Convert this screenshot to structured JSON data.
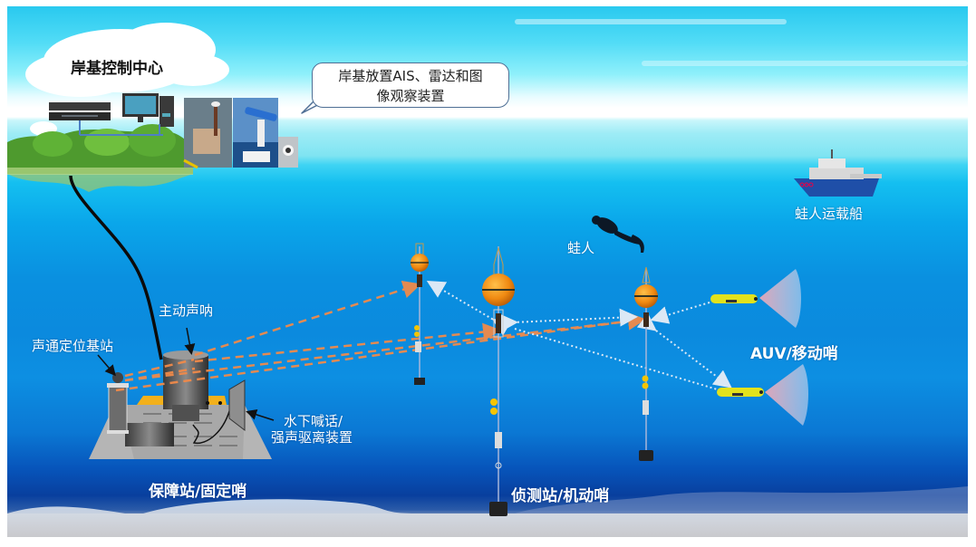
{
  "diagram": {
    "title": "岸基控制中心",
    "callout": {
      "lines": [
        "岸基放置AIS、雷达和图",
        "像观察装置"
      ]
    },
    "labels": {
      "diver_boat": "蛙人运载船",
      "diver": "蛙人",
      "active_sonar": "主动声呐",
      "acoustic_positioning_base": "声通定位基站",
      "underwater_hailing_line1": "水下喊话/",
      "underwater_hailing_line2": "强声驱离装置",
      "guard_station": "保障站/固定哨",
      "detection_station": "侦测站/机动哨",
      "auv": "AUV/移动哨"
    },
    "nodes": [
      {
        "id": "shore_control_center",
        "label": "岸基控制中心",
        "icons": [
          "network-switch-icon",
          "computer-icon",
          "ais-antenna-photo",
          "radar-photo",
          "camera-photo"
        ]
      },
      {
        "id": "diver_boat",
        "label": "蛙人运载船"
      },
      {
        "id": "diver",
        "label": "蛙人"
      },
      {
        "id": "guard_station",
        "label": "保障站/固定哨",
        "components": [
          "主动声呐",
          "声通定位基站",
          "水下喊话/强声驱离装置"
        ]
      },
      {
        "id": "buoy_1",
        "group": "侦测站/机动哨"
      },
      {
        "id": "buoy_2",
        "group": "侦测站/机动哨"
      },
      {
        "id": "buoy_3",
        "group": "侦测站/机动哨"
      },
      {
        "id": "auv_1",
        "group": "AUV/移动哨"
      },
      {
        "id": "auv_2",
        "group": "AUV/移动哨"
      }
    ],
    "edges": [
      {
        "from": "shore_control_center",
        "to": "guard_station",
        "style": "solid-cable"
      },
      {
        "from": "guard_station",
        "to": "buoy_1",
        "style": "dashed-orange"
      },
      {
        "from": "guard_station",
        "to": "buoy_2",
        "style": "dashed-orange"
      },
      {
        "from": "guard_station",
        "to": "buoy_3",
        "style": "dashed-orange"
      },
      {
        "from": "buoy_1",
        "to": "buoy_2",
        "style": "dotted-white"
      },
      {
        "from": "buoy_2",
        "to": "buoy_3",
        "style": "dotted-white"
      },
      {
        "from": "buoy_2",
        "to": "auv_2",
        "style": "dotted-white"
      },
      {
        "from": "buoy_3",
        "to": "auv_1",
        "style": "dotted-white"
      },
      {
        "from": "buoy_3",
        "to": "auv_2",
        "style": "dotted-white"
      }
    ],
    "colors": {
      "sky": "#29c9ef",
      "water_surface": "#14bff0",
      "water_deep": "#083f9e",
      "seabed": "#d0d0d2",
      "buoy": "#f08a12",
      "auv": "#e3e21c",
      "dashed_link": "#f08a4a",
      "dotted_link": "#dbe8f5",
      "sonar_cone": "#e9a6b6",
      "label_text": "#ffffff"
    }
  }
}
